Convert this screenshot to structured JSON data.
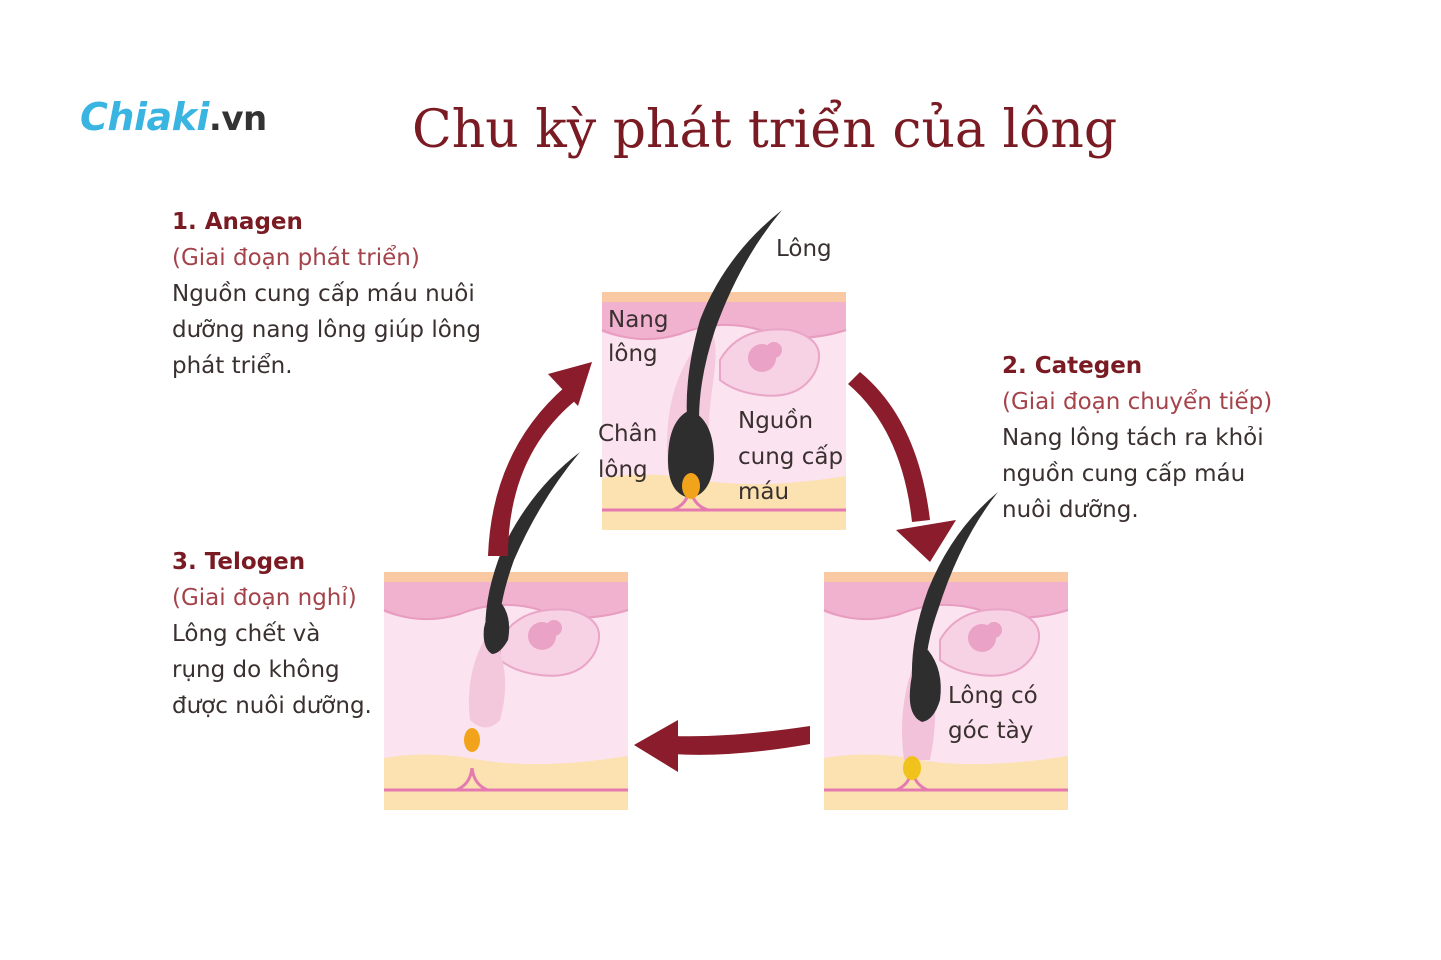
{
  "logo": {
    "brand": "Chiaki",
    "tld": ".vn"
  },
  "title": "Chu kỳ phát triển của lông",
  "stages": {
    "anagen": {
      "heading": "1. Anagen",
      "subtitle": "(Giai đoạn phát triển)",
      "desc": "Nguồn cung cấp máu nuôi dưỡng nang lông giúp lông phát triển."
    },
    "categen": {
      "heading": "2. Categen",
      "subtitle": "(Giai đoạn chuyển tiếp)",
      "desc": "Nang lông tách ra khỏi nguồn cung cấp máu nuôi dưỡng."
    },
    "telogen": {
      "heading": "3. Telogen",
      "subtitle": "(Giai đoạn nghỉ)",
      "desc": "Lông chết và rụng do không được nuôi dưỡng."
    }
  },
  "labels": {
    "long": "Lông",
    "nang_l1": "Nang",
    "nang_l2": "lông",
    "chan_l1": "Chân",
    "chan_l2": "lông",
    "nguon_l1": "Nguồn",
    "nguon_l2": "cung cấp",
    "nguon_l3": "máu",
    "goc_l1": "Lông có",
    "goc_l2": "góc tày"
  },
  "colors": {
    "title": "#7a1a22",
    "arrow": "#8a1c2b",
    "skin": "#f6d3e6",
    "skin_top": "#f0b8d4",
    "fat": "#fbe2b0",
    "hair": "#2e2e2e",
    "bulb": "#f2a31c"
  }
}
